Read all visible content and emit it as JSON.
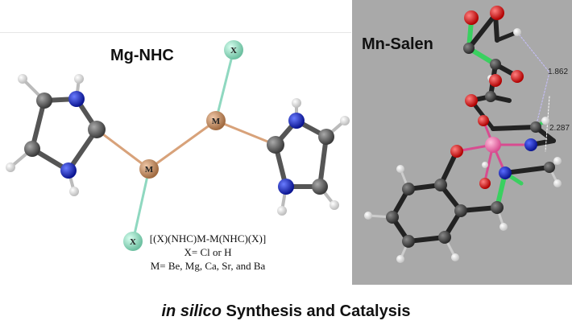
{
  "left_panel": {
    "title": "Mg-NHC",
    "atom_metal": "M",
    "atom_halide": "X",
    "formula_lines": [
      "[(X)(NHC)M-M(NHC)(X)]",
      "X= Cl or H",
      "M= Be, Mg, Ca, Sr, and Ba"
    ]
  },
  "right_panel": {
    "title": "Mn-Salen",
    "distances": [
      "1.862",
      "2.287"
    ]
  },
  "caption": {
    "italic": "in silico",
    "rest": " Synthesis and Catalysis"
  },
  "colors": {
    "carbon": "#555555",
    "nitrogen": "#1020c8",
    "hydrogen": "#f2f2f2",
    "metal_m": "#c8946a",
    "halide_x": "#8fd8c0",
    "oxygen": "#e01010",
    "manganese": "#f07ab0",
    "right_bg": "#a9a9a9"
  }
}
